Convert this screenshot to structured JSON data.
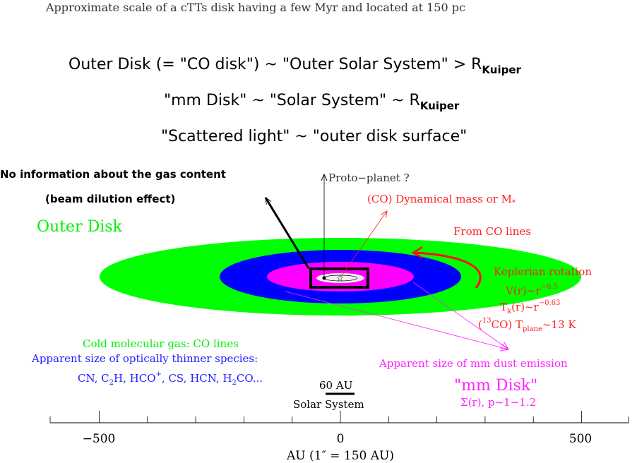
{
  "title": "Approximate scale of a cTTs disk having a few Myr and located at 150 pc",
  "headlines": {
    "line1": "Outer Disk (= \"CO disk\") ~ \"Outer Solar System\" > R",
    "line1_sub": "Kuiper",
    "line2": "\"mm Disk\" ~ \"Solar System\" ~ R",
    "line2_sub": "Kuiper",
    "line3": "\"Scattered light\" ~ \"outer disk surface\""
  },
  "annotations": {
    "no_info": "No information about the gas content",
    "beam": "(beam dilution effect)",
    "proto_planet": "Proto−planet ?",
    "dyn_mass": "(CO) Dynamical mass or M",
    "dyn_mass_sub": "*",
    "outer_disk": "Outer Disk",
    "from_co": "From CO lines",
    "keplerian": "Keplerian rotation",
    "v_r": "V(r)~r",
    "v_r_exp": "−0.5",
    "tk": "T",
    "tk_sub": "k",
    "tk_rest": "(r)~r",
    "tk_exp": "−0.63",
    "co13_open": "(",
    "co13_sup": "13",
    "co13_rest": "CO) T",
    "co13_sub": "plane",
    "co13_val": "~13 K",
    "cold_gas": "Cold molecular gas: CO lines",
    "thinner": "Apparent size of optically thinner species:",
    "species_a": "CN, C",
    "species_a_sub": "2",
    "species_b": "H, HCO",
    "species_b_sup": "+",
    "species_c": ", CS, HCN, H",
    "species_c_sub": "2",
    "species_d": "CO...",
    "mm_dust": "Apparent size of mm dust emission",
    "mm_disk": "\"mm Disk\"",
    "sigma": "Σ(r), p~1−1.2",
    "scale_label": "60 AU",
    "solar_system": "Solar System"
  },
  "axis": {
    "label": "AU (1″ = 150 AU)",
    "range": [
      -600,
      600
    ],
    "major_ticks": [
      -500,
      0,
      500
    ],
    "minor_step": 100,
    "tick_labels": [
      "−500",
      "0",
      "500"
    ]
  },
  "disks": [
    {
      "name": "outer-disk",
      "radius_au": 500,
      "color": "#00ff00"
    },
    {
      "name": "thinner-species",
      "radius_au": 250,
      "color": "#0000ff"
    },
    {
      "name": "mm-disk",
      "radius_au": 150,
      "color": "#ff00ff"
    },
    {
      "name": "inner",
      "radius_au": 50,
      "color": "#eeeeee"
    }
  ],
  "colors": {
    "red": "#ff2020",
    "green": "#00ee00",
    "blue": "#2020ff",
    "magenta": "#ff22ff"
  }
}
